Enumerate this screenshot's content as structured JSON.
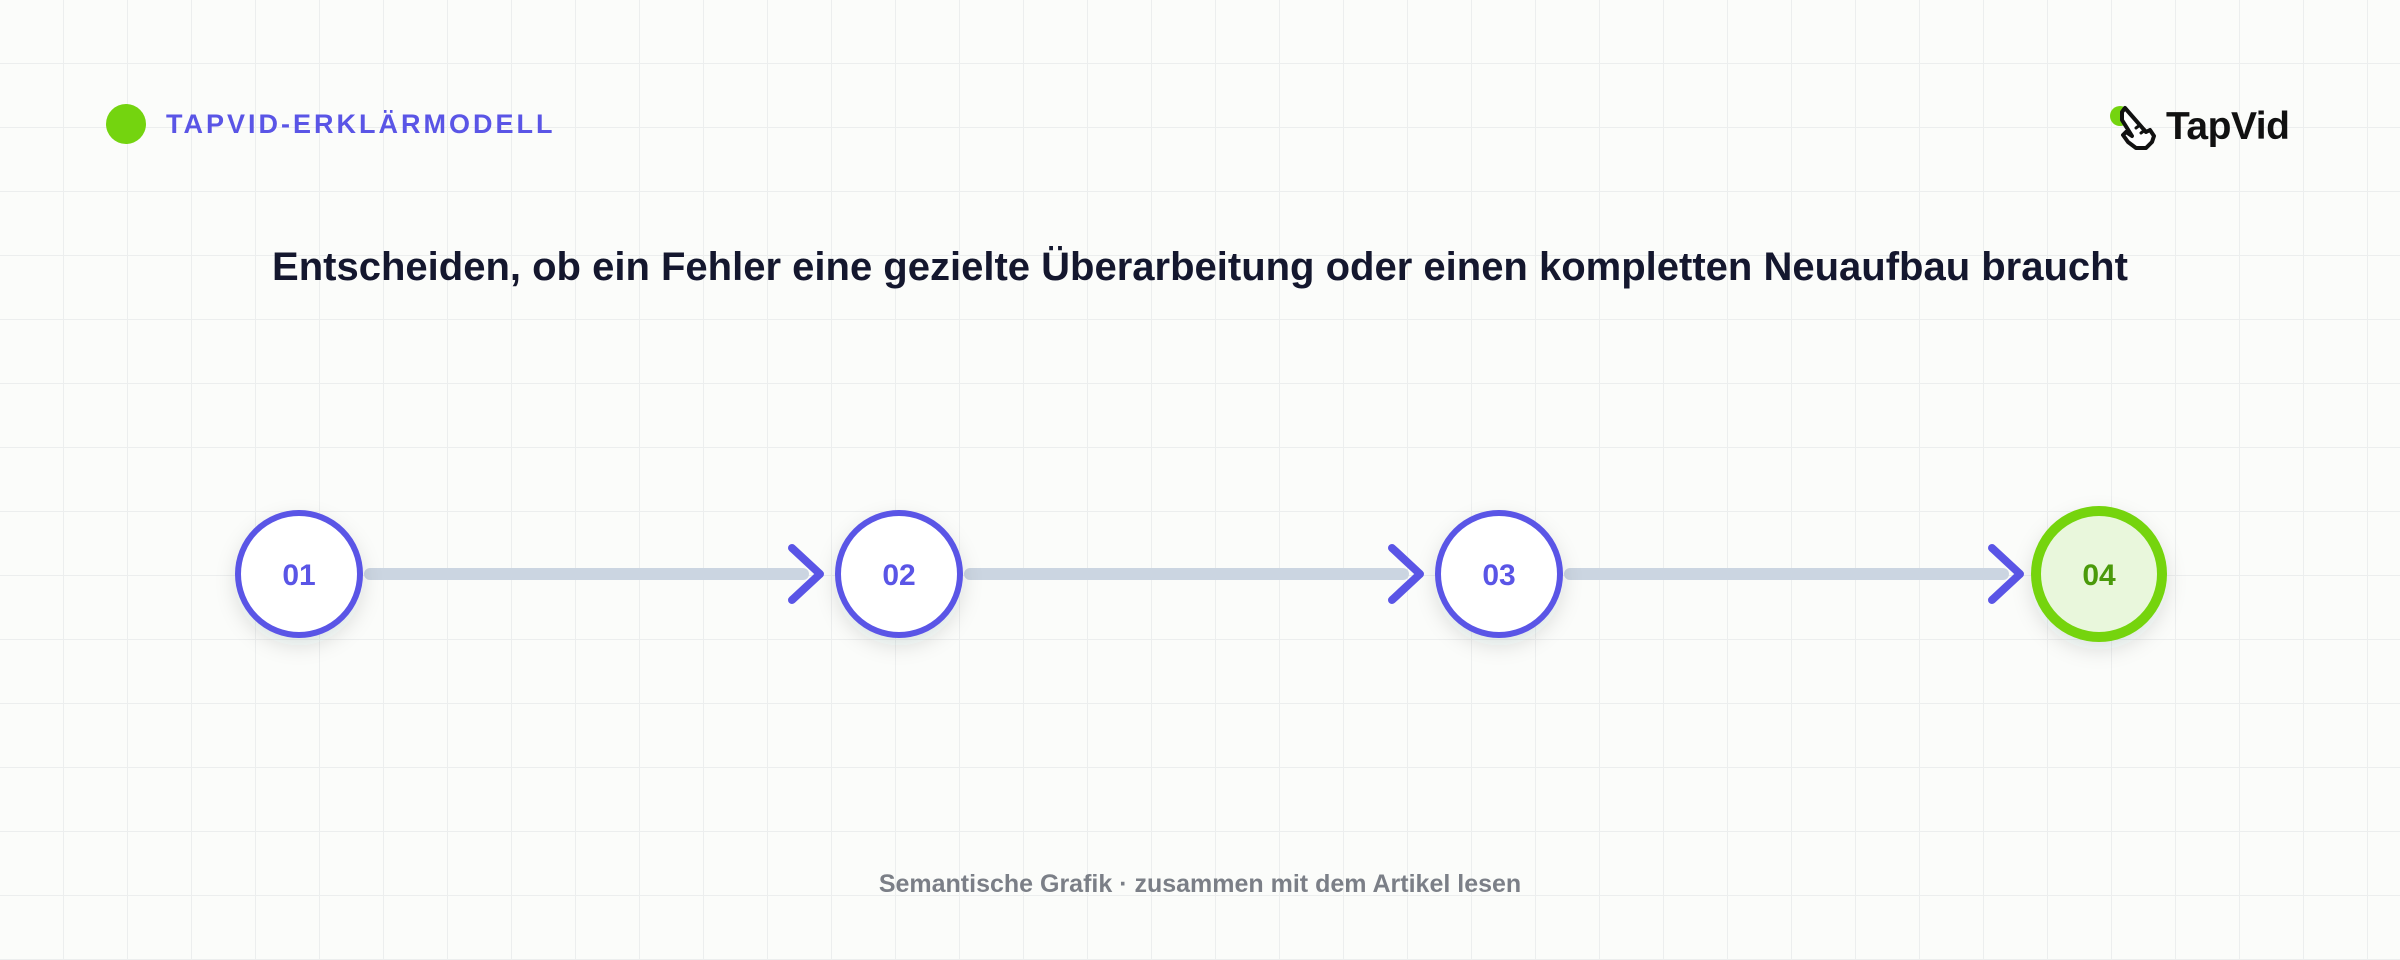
{
  "header": {
    "tag_label": "TAPVID-ERKLÄRMODELL",
    "logo_text": "TapVid"
  },
  "title": "Entscheiden, ob ein Fehler eine gezielte Überarbeitung oder einen kompletten Neuaufbau braucht",
  "steps": [
    {
      "label": "01",
      "state": "default"
    },
    {
      "label": "02",
      "state": "default"
    },
    {
      "label": "03",
      "state": "default"
    },
    {
      "label": "04",
      "state": "final"
    }
  ],
  "footer": "Semantische Grafik · zusammen mit dem Artikel lesen",
  "colors": {
    "accent": "#5a55e6",
    "final": "#74d40f",
    "final_text": "#4a9a0a",
    "final_fill": "#e9f7dc",
    "connector": "#cbd5e1",
    "title": "#14172e"
  }
}
